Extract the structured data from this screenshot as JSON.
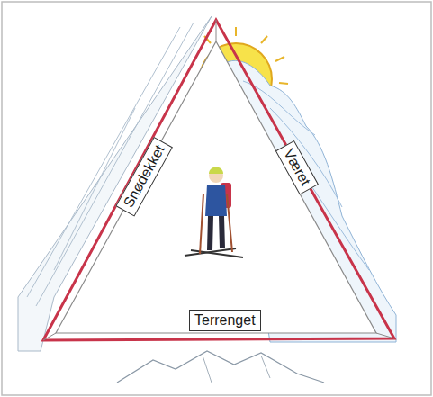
{
  "diagram": {
    "nodes": [
      {
        "text": [
          "Snødekket"
        ]
      },
      {
        "text": [
          "Været"
        ]
      },
      {
        "text": [
          "Terrenget"
        ]
      }
    ]
  }
}
